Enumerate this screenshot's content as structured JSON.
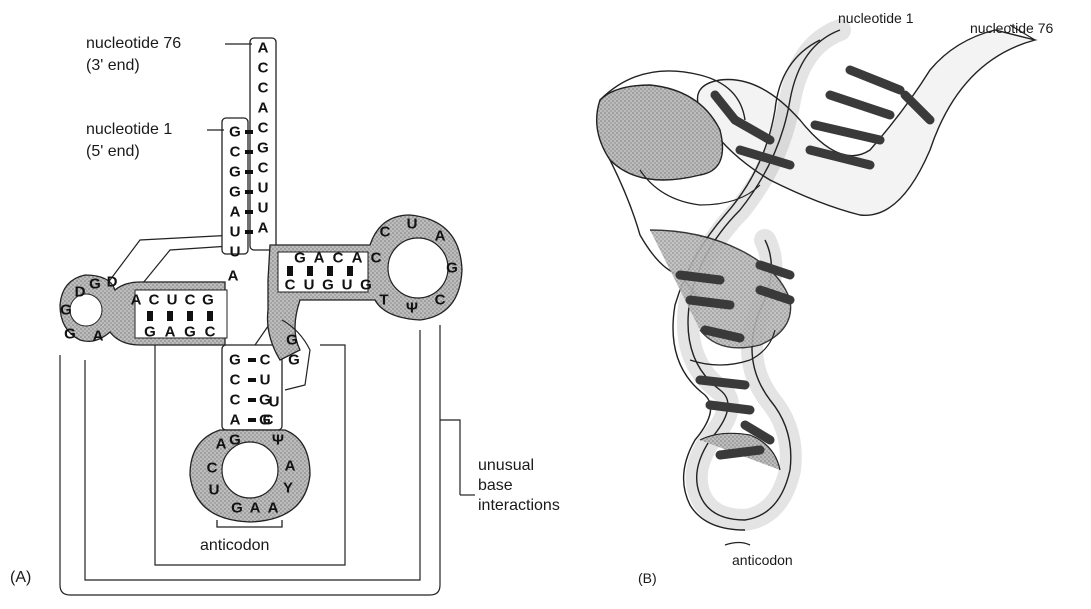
{
  "panel_a": {
    "panel_label": "(A)",
    "label_nuc76": "nucleotide 76",
    "label_nuc76_end": "(3' end)",
    "label_nuc1": "nucleotide 1",
    "label_nuc1_end": "(5' end)",
    "label_unusual_1": "unusual",
    "label_unusual_2": "base",
    "label_unusual_3": "interactions",
    "label_anticodon": "anticodon",
    "acceptor_3prime": [
      "A",
      "C",
      "C",
      "A",
      "C",
      "G",
      "C",
      "U",
      "U",
      "A"
    ],
    "acceptor_5prime": [
      "G",
      "C",
      "G",
      "G",
      "A",
      "U",
      "U"
    ],
    "d_arm_top": [
      "A",
      "C",
      "U",
      "C",
      "G"
    ],
    "d_loop": [
      "D",
      "G",
      "D",
      "G",
      "G",
      "A"
    ],
    "d_arm_bottom": [
      "G",
      "A",
      "G",
      "C"
    ],
    "anticodon_5prime": [
      "G",
      "C",
      "C",
      "A",
      "G"
    ],
    "anticodon_loop": [
      "A",
      "C",
      "U",
      "G",
      "A",
      "A",
      "Y",
      "A"
    ],
    "anticodon_3prime": [
      "C",
      "U",
      "G",
      "G"
    ],
    "psi_stem_inner": [
      "C",
      "U",
      "G",
      "U",
      "G"
    ],
    "psi_stem_outer": [
      "G",
      "A",
      "C",
      "A",
      "C"
    ],
    "t_loop": [
      "C",
      "U",
      "A",
      "G",
      "C",
      "Ψ",
      "T"
    ],
    "variable_loop": [
      "A",
      "G",
      "G",
      "U",
      "C",
      "Ψ"
    ]
  },
  "panel_b": {
    "panel_label": "(B)",
    "label_nuc1": "nucleotide 1",
    "label_nuc76": "nucleotide 76",
    "label_anticodon": "anticodon"
  }
}
